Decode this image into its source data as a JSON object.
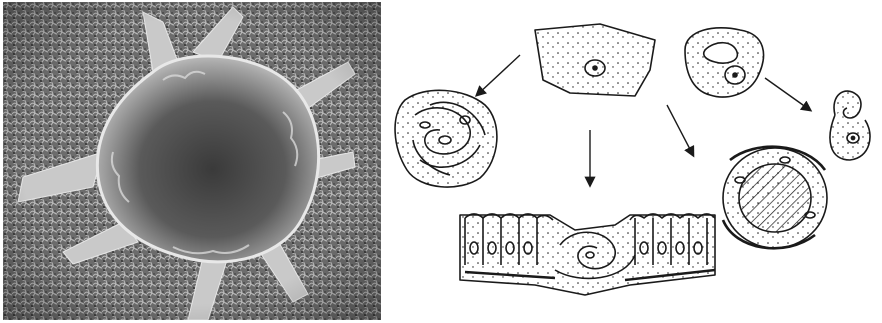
{
  "figure": {
    "panels": [
      {
        "id": "micrograph",
        "kind": "scanning-electron-micrograph",
        "subject": "single-cell-on-fibrous-mesh",
        "background_color": "#7a7a7a"
      },
      {
        "id": "drawings",
        "kind": "line-illustrations",
        "subject": "cell-shapes-and-arrangements",
        "ink_color": "#1a1a1a"
      }
    ],
    "drawings": {
      "source_cells": [
        "flat-polygonal-cell",
        "ring-shaped-cell"
      ],
      "targets": [
        "whorled-cluster",
        "epithelial-strip-with-central-whorl",
        "vessel-wrapping-cells",
        "curled-cell"
      ],
      "arrow_count": 4
    }
  }
}
